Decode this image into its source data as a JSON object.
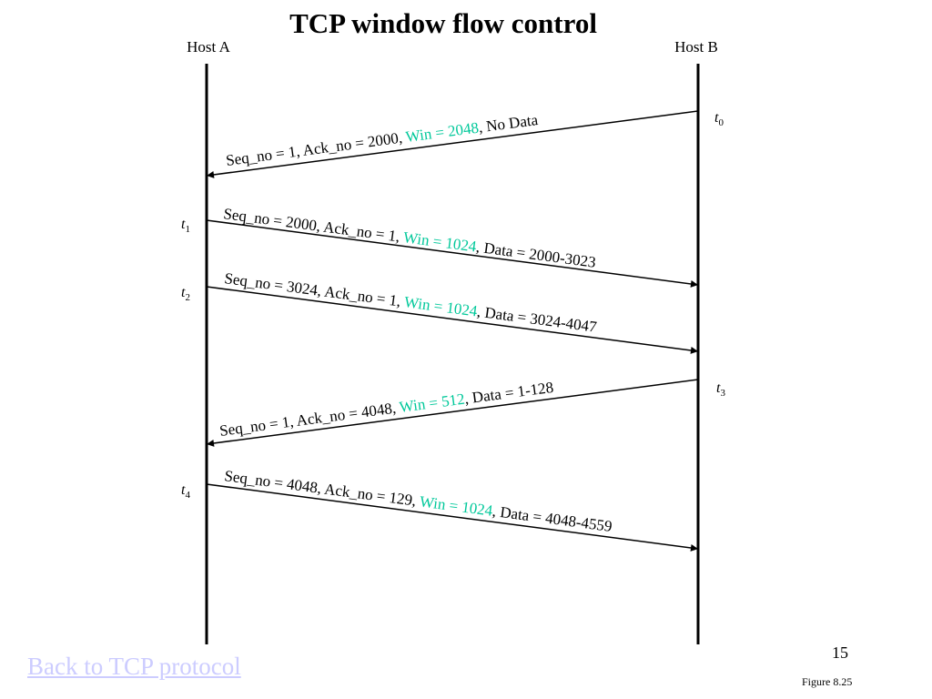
{
  "title": "TCP window flow control",
  "hosts": {
    "a": "Host A",
    "b": "Host B"
  },
  "colors": {
    "window": "#00c89a",
    "link": "#ccccff",
    "lines": "#000000"
  },
  "messages": [
    {
      "direction": "B-to-A",
      "parts": [
        "Seq_no = 1, Ack_no = 2000, ",
        "Win = 2048",
        ", No Data"
      ]
    },
    {
      "direction": "A-to-B",
      "parts": [
        "Seq_no = 2000, Ack_no = 1, ",
        "Win = 1024",
        ", Data = 2000-3023"
      ]
    },
    {
      "direction": "A-to-B",
      "parts": [
        "Seq_no = 3024, Ack_no = 1, ",
        "Win = 1024",
        ", Data = 3024-4047"
      ]
    },
    {
      "direction": "B-to-A",
      "parts": [
        "Seq_no = 1, Ack_no = 4048, ",
        "Win = 512",
        ", Data = 1-128"
      ]
    },
    {
      "direction": "A-to-B",
      "parts": [
        "Seq_no = 4048, Ack_no = 129, ",
        "Win = 1024",
        ", Data = 4048-4559"
      ]
    }
  ],
  "times": [
    {
      "symbol": "t",
      "sub": "0"
    },
    {
      "symbol": "t",
      "sub": "1"
    },
    {
      "symbol": "t",
      "sub": "2"
    },
    {
      "symbol": "t",
      "sub": "3"
    },
    {
      "symbol": "t",
      "sub": "4"
    }
  ],
  "footer": {
    "back_link": "Back to TCP protocol",
    "page_number": "15",
    "figure_ref": "Figure 8.25"
  }
}
